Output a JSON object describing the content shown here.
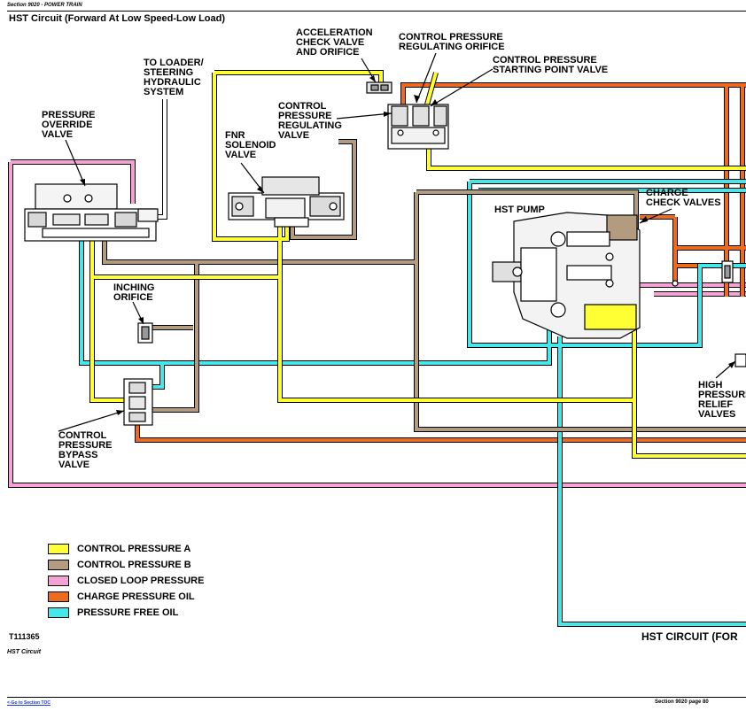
{
  "header": {
    "section": "Section 9020 - POWER TRAIN",
    "title": "HST Circuit (Forward At Low Speed-Low Load)"
  },
  "labels": {
    "acceleration_check_valve": "ACCELERATION\nCHECK VALVE\nAND ORIFICE",
    "control_pressure_regulating_orifice": "CONTROL PRESSURE\nREGULATING ORIFICE",
    "control_pressure_starting_point_valve": "CONTROL PRESSURE\nSTARTING POINT VALVE",
    "to_loader_steering": "TO LOADER/\nSTEERING\nHYDRAULIC\nSYSTEM",
    "pressure_override_valve": "PRESSURE\nOVERRIDE\nVALVE",
    "control_pressure_regulating_valve": "CONTROL\nPRESSURE\nREGULATING\nVALVE",
    "fnr_solenoid_valve": "FNR\nSOLENOID\nVALVE",
    "charge_check_valves": "CHARGE\nCHECK VALVES",
    "hst_pump": "HST PUMP",
    "inching_orifice": "INCHING\nORIFICE",
    "high_pressure_relief_valves": "HIGH\nPRESSURE\nRELIEF\nVALVES",
    "control_pressure_bypass_valve": "CONTROL\nPRESSURE\nBYPASS\nVALVE"
  },
  "legend": [
    {
      "label": "CONTROL PRESSURE A",
      "color": "#ffff33"
    },
    {
      "label": "CONTROL PRESSURE B",
      "color": "#b39b80"
    },
    {
      "label": "CLOSED LOOP PRESSURE",
      "color": "#f5a3d6"
    },
    {
      "label": "CHARGE PRESSURE OIL",
      "color": "#ee6a1e"
    },
    {
      "label": "PRESSURE FREE OIL",
      "color": "#44e8ea"
    }
  ],
  "figure": {
    "id": "T111365",
    "caption_left": "HST Circuit",
    "caption_right": "HST CIRCUIT (FOR"
  },
  "footer": {
    "link": "<-Go to Section TOC",
    "page": "Section 9020 page 80"
  }
}
